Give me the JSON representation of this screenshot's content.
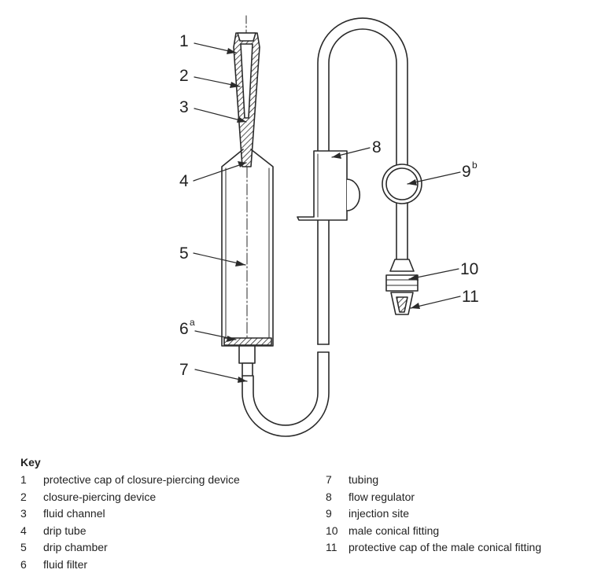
{
  "callouts": {
    "c1": "1",
    "c2": "2",
    "c3": "3",
    "c4": "4",
    "c5": "5",
    "c6": "6",
    "c6_sup": "a",
    "c7": "7",
    "c8": "8",
    "c9": "9",
    "c9_sup": "b",
    "c10": "10",
    "c11": "11"
  },
  "key": {
    "title": "Key",
    "left": [
      {
        "num": "1",
        "label": "protective cap of closure-piercing device"
      },
      {
        "num": "2",
        "label": "closure-piercing device"
      },
      {
        "num": "3",
        "label": "fluid channel"
      },
      {
        "num": "4",
        "label": "drip tube"
      },
      {
        "num": "5",
        "label": "drip chamber"
      },
      {
        "num": "6",
        "label": "fluid filter"
      }
    ],
    "right": [
      {
        "num": "7",
        "label": "tubing"
      },
      {
        "num": "8",
        "label": "flow regulator"
      },
      {
        "num": "9",
        "label": "injection site"
      },
      {
        "num": "10",
        "label": "male conical fitting"
      },
      {
        "num": "11",
        "label": "protective cap of the male conical fitting"
      }
    ]
  },
  "colors": {
    "line": "#2a2a2a",
    "text": "#222222",
    "background": "#ffffff"
  }
}
